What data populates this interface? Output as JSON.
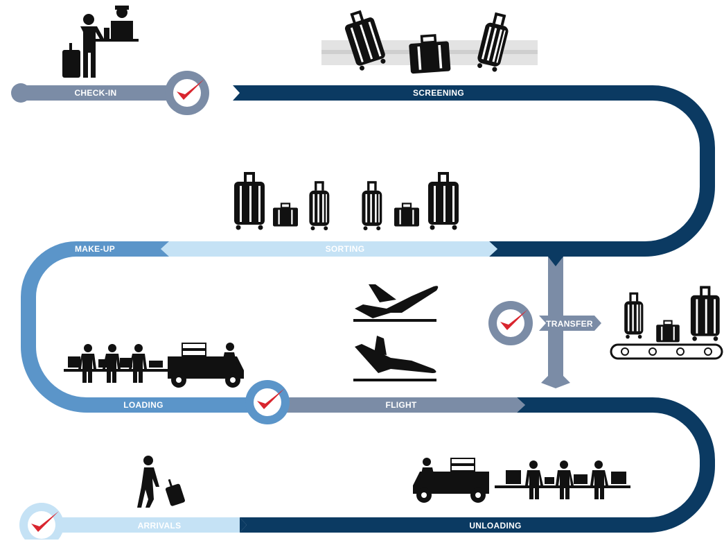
{
  "stages": {
    "check_in": "CHECK-IN",
    "screening": "SCREENING",
    "make_up": "MAKE-UP",
    "sorting": "SORTING",
    "transfer": "TRANSFER",
    "loading": "LOADING",
    "flight": "FLIGHT",
    "arrivals": "ARRIVALS",
    "unloading": "UNLOADING"
  },
  "colors": {
    "dark_navy": "#0b3a62",
    "slate": "#7b8ca6",
    "steel_blue": "#5b95c9",
    "light_blue": "#c5e2f5",
    "check_red": "#d9252e",
    "icon_black": "#111111"
  },
  "icons": [
    "checkpoint-check-icon",
    "passenger-with-agent-icon",
    "suitcase-icon",
    "departing-plane-icon",
    "arriving-plane-icon",
    "baggage-cart-icon",
    "conveyor-belt-icon",
    "walking-passenger-icon",
    "baggage-handlers-icon"
  ]
}
